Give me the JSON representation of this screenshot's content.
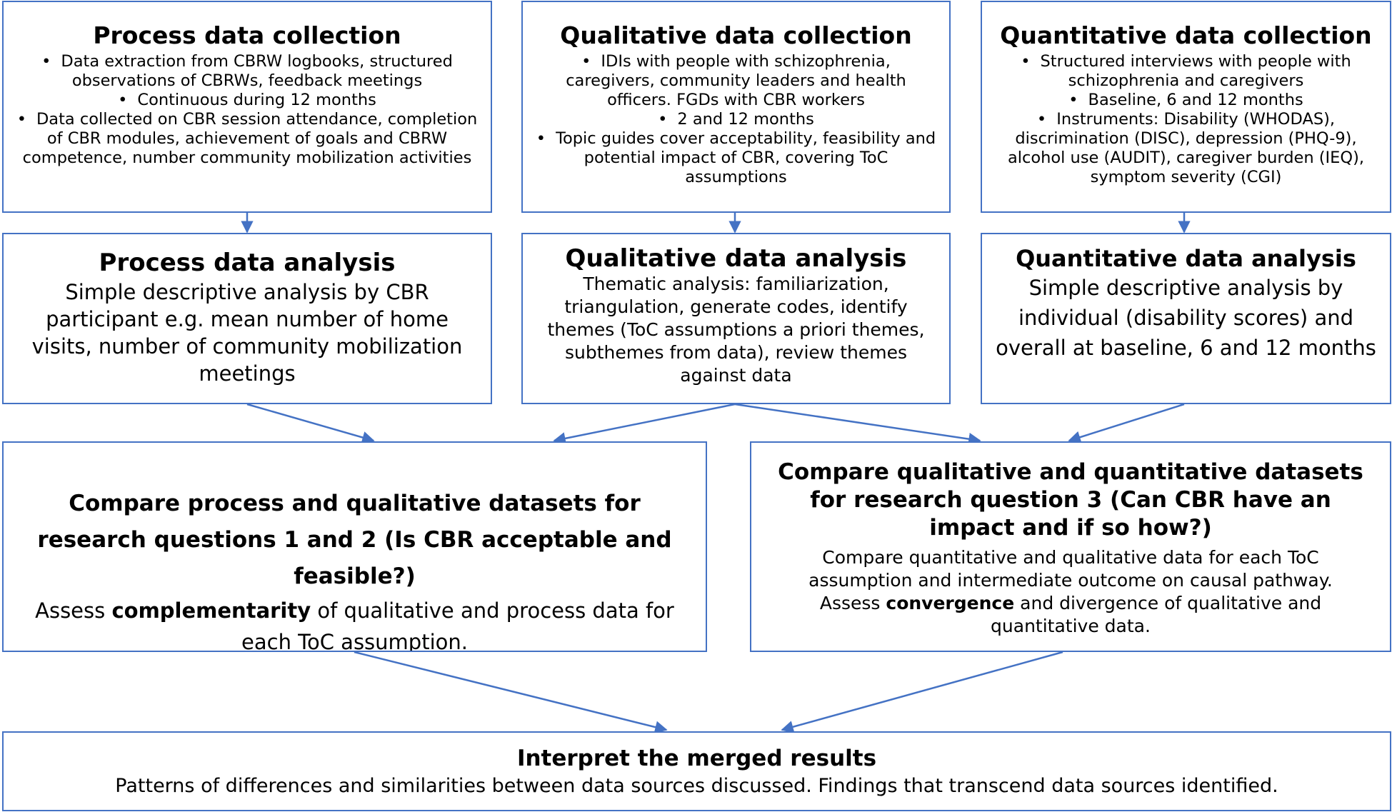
{
  "top": [
    {
      "title": "Process data collection",
      "bullets": [
        "Data extraction from CBRW logbooks, structured observations of CBRWs, feedback meetings",
        "Continuous during 12 months",
        "Data collected on CBR session attendance, completion of CBR modules, achievement of goals and CBRW competence, number community mobilization activities"
      ]
    },
    {
      "title": "Qualitative data collection",
      "bullets": [
        "IDIs with people with schizophrenia, caregivers, community leaders and health officers. FGDs with CBR workers",
        "2 and 12 months",
        "Topic guides cover acceptability, feasibility and potential impact of CBR, covering ToC assumptions"
      ]
    },
    {
      "title": "Quantitative data collection",
      "bullets": [
        "Structured interviews with people with schizophrenia and caregivers",
        "Baseline, 6 and 12 months",
        "Instruments: Disability (WHODAS), discrimination (DISC), depression (PHQ-9), alcohol use (AUDIT), caregiver burden (IEQ), symptom severity (CGI)"
      ]
    }
  ],
  "analysis": [
    {
      "title": "Process data analysis",
      "text": "Simple descriptive analysis by CBR participant e.g. mean number of home visits, number of community mobilization meetings"
    },
    {
      "title": "Qualitative data analysis",
      "text": "Thematic analysis: familiarization, triangulation, generate codes,  identify themes (ToC assumptions a priori themes, subthemes from data), review themes against data"
    },
    {
      "title": "Quantitative data analysis",
      "text": "Simple descriptive analysis by individual (disability scores) and overall at baseline, 6 and 12 months"
    }
  ],
  "compare_left": {
    "title": "Compare process and qualitative datasets for research questions 1 and 2 (Is CBR acceptable and feasible?)",
    "text_before": "Assess ",
    "text_bold": "complementarity",
    "text_after": " of qualitative and process data for each ToC assumption."
  },
  "compare_right": {
    "title": "Compare qualitative and quantitative datasets for research question 3 (Can CBR have an impact and if so how?)",
    "text1": "Compare quantitative and qualitative data for each ToC assumption and intermediate outcome on causal pathway.",
    "text2_before": "Assess ",
    "text2_bold": "convergence",
    "text2_after": " and divergence of qualitative and quantitative data."
  },
  "final": {
    "title": "Interpret the merged results",
    "text": "Patterns of differences and similarities between data sources discussed. Findings that transcend data sources identified."
  },
  "colors": {
    "border": "#4472C4",
    "arrow": "#4472C4"
  }
}
